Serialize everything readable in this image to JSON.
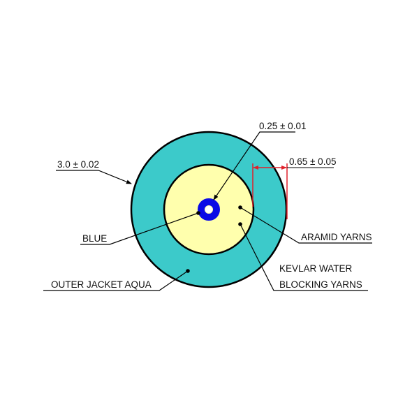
{
  "colors": {
    "jacket": "#3ccaca",
    "yarn": "#ffffad",
    "fiber": "#0a0ae6",
    "dimension": "#e0202a",
    "line": "#000000"
  },
  "labels": {
    "outer_diameter": "3.0 ± 0.02",
    "fiber_diameter": "0.25 ± 0.01",
    "jacket_thickness": "0.65 ± 0.05",
    "fiber": "BLUE",
    "aramid": "ARAMID YARNS",
    "kevlar_line1": "KEVLAR WATER",
    "kevlar_line2": "BLOCKING YARNS",
    "jacket": "OUTER JACKET AQUA"
  }
}
